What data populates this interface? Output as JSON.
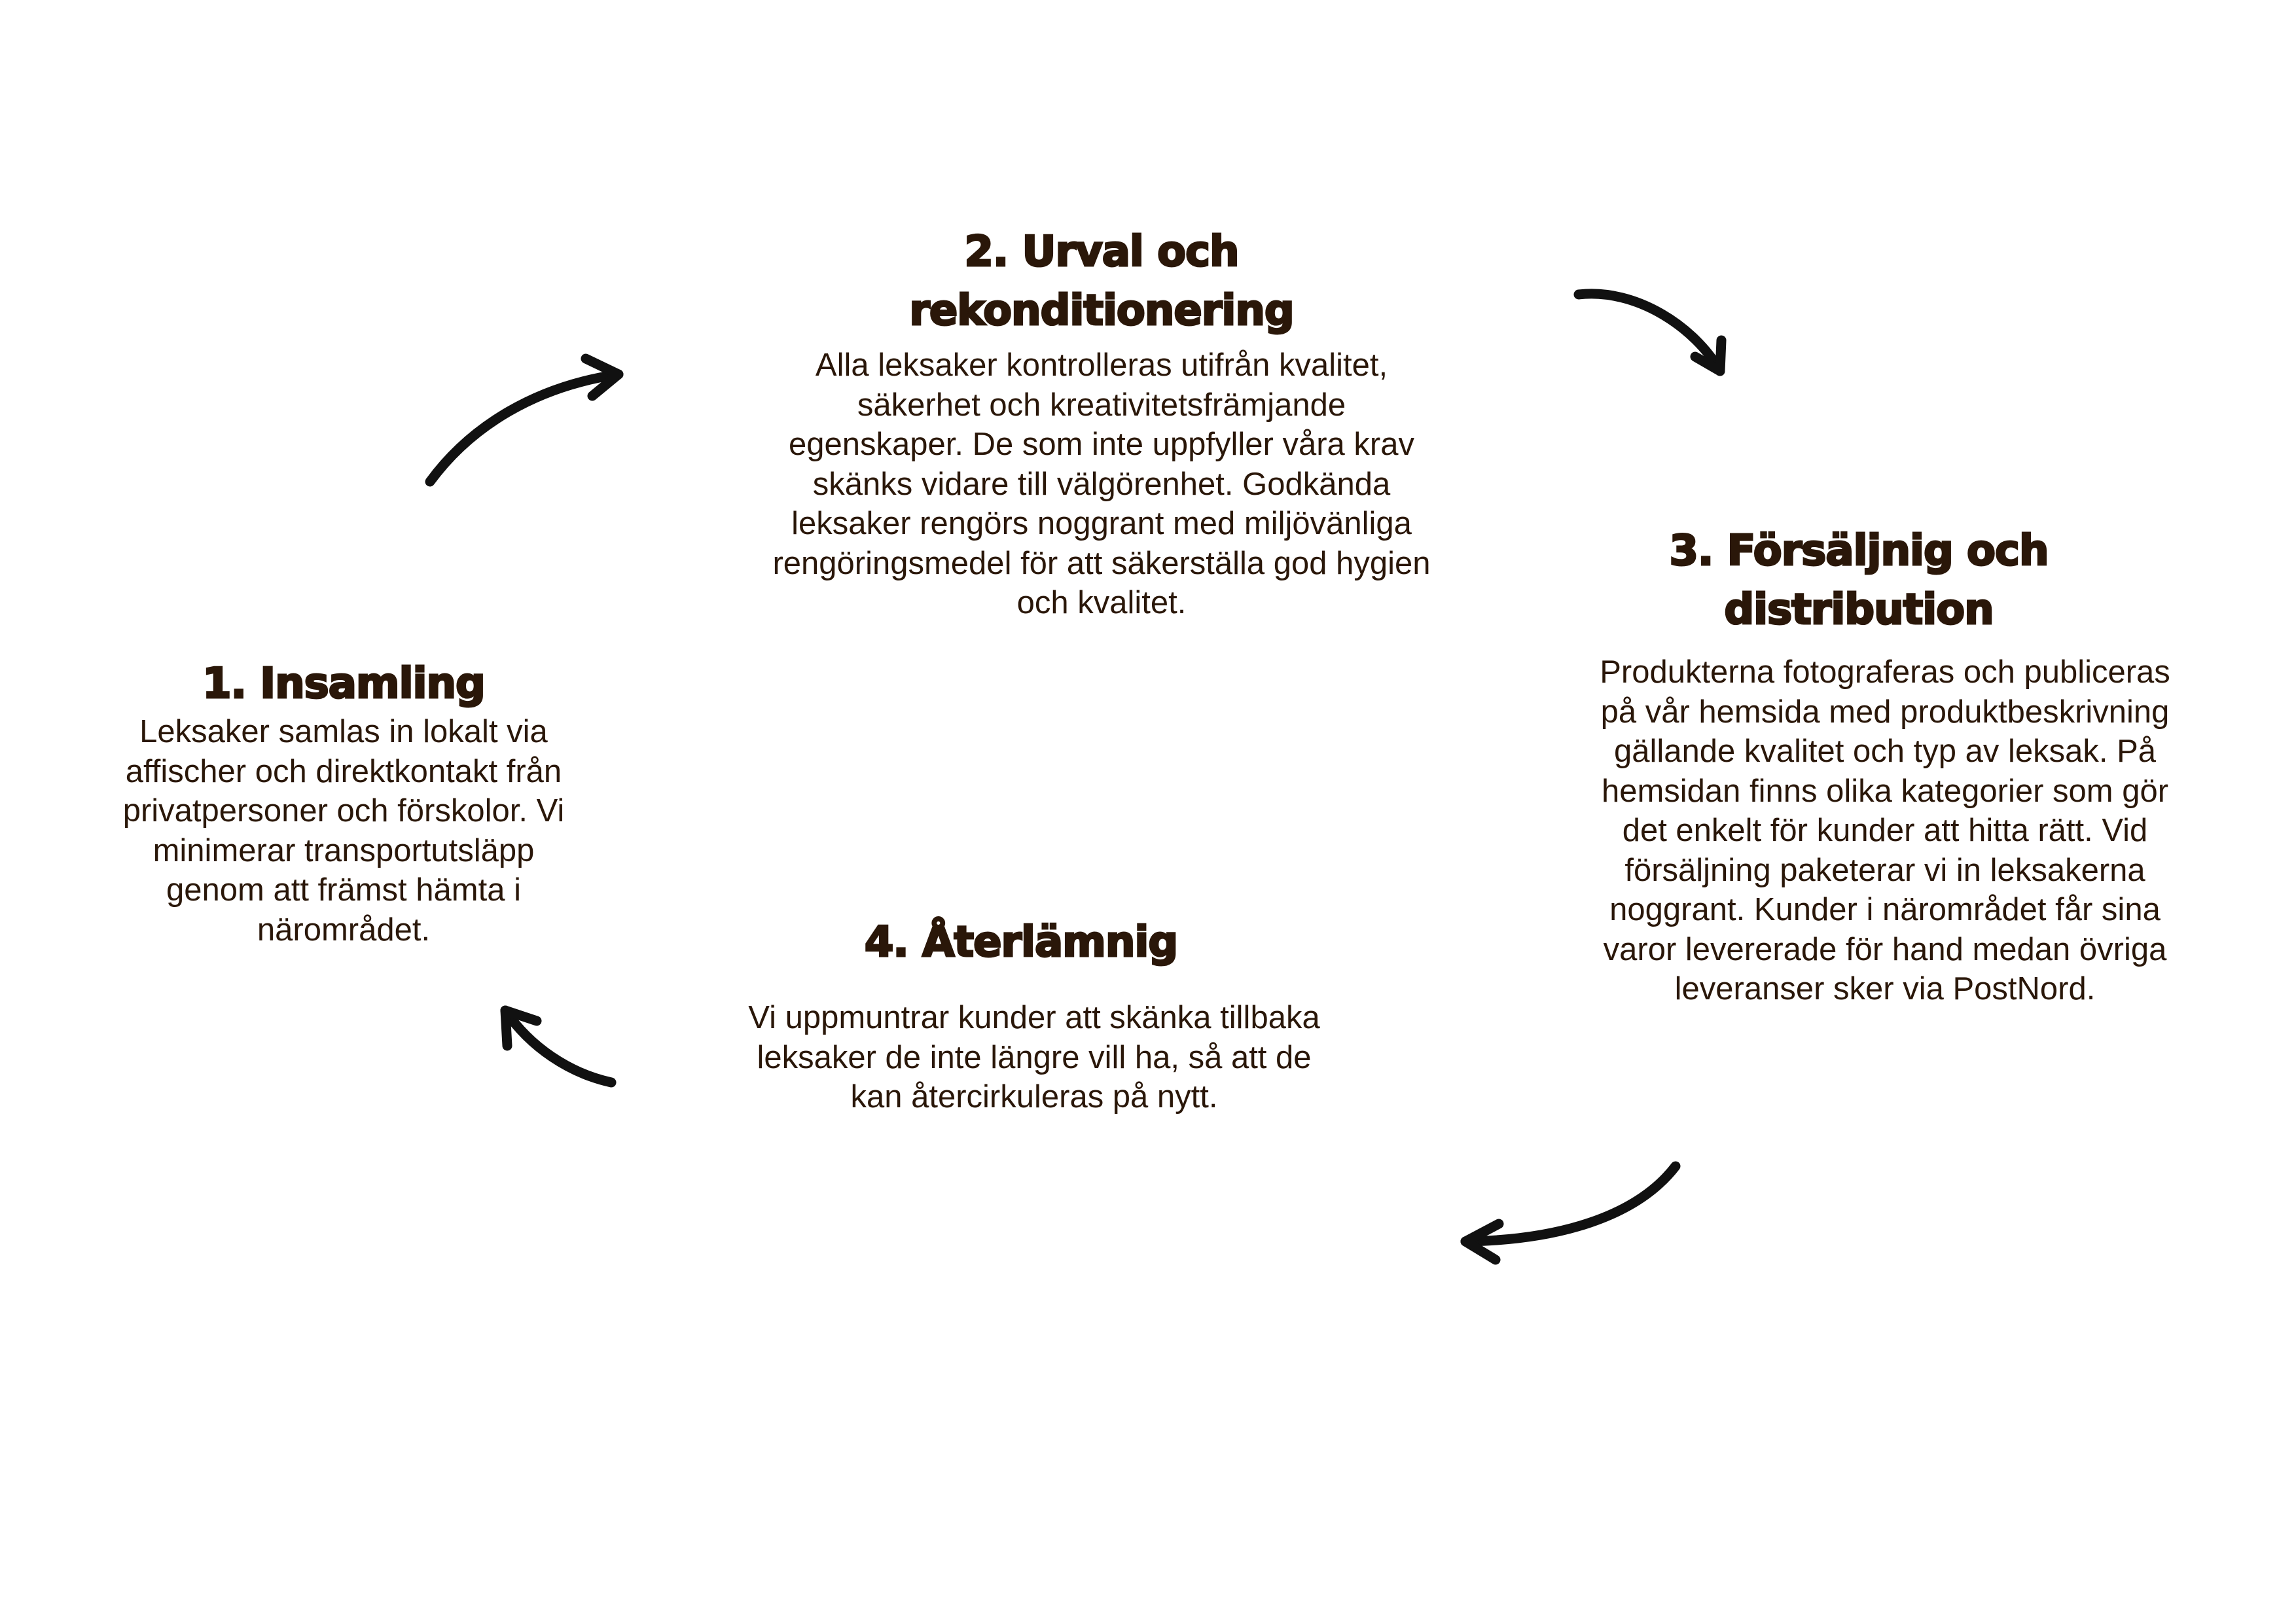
{
  "steps": [
    {
      "title_lines": [
        "1.  Insamling"
      ],
      "body_lines": [
        "Leksaker samlas in lokalt via",
        "affischer och direktkontakt från",
        "privatpersoner och förskolor. Vi",
        "minimerar transportutsläpp",
        "genom att främst hämta i",
        "närområdet."
      ]
    },
    {
      "title_lines": [
        "2. Urval och",
        "rekonditionering"
      ],
      "body_lines": [
        "Alla leksaker kontrolleras utifrån kvalitet,",
        "säkerhet och kreativitetsfrämjande",
        "egenskaper. De som inte uppfyller våra krav",
        "skänks vidare till välgörenhet. Godkända",
        "leksaker rengörs noggrant med miljövänliga",
        "rengöringsmedel för att säkerställa god hygien",
        "och kvalitet."
      ]
    },
    {
      "title_lines": [
        "3. Försäljnig och",
        "distribution"
      ],
      "body_lines": [
        "Produkterna fotograferas och publiceras",
        "på vår hemsida med produktbeskrivning",
        "gällande kvalitet och typ av leksak. På",
        "hemsidan finns olika kategorier som gör",
        "det enkelt för kunder att hitta rätt. Vid",
        "försäljning paketerar vi in leksakerna",
        "noggrant. Kunder i närområdet får sina",
        "varor levererade för hand medan övriga",
        "leveranser sker via PostNord."
      ]
    },
    {
      "title_lines": [
        "4. Återlämnig"
      ],
      "body_lines": [
        "Vi uppmuntrar kunder att skänka tillbaka",
        "leksaker de inte längre vill ha, så att de",
        "kan återcirkuleras på nytt."
      ]
    }
  ],
  "colors": {
    "text": "#2a1709",
    "arrow": "#111111"
  }
}
